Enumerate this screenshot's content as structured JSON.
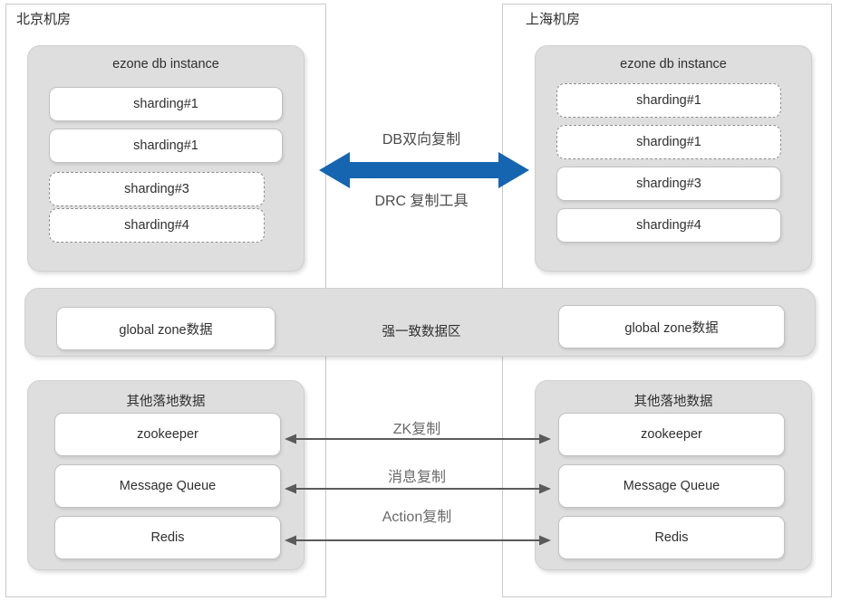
{
  "diagram": {
    "left_dc": {
      "title": "北京机房",
      "db_group": {
        "title": "ezone db instance",
        "shards": [
          {
            "label": "sharding#1",
            "style": "solid"
          },
          {
            "label": "sharding#1",
            "style": "solid"
          },
          {
            "label": "sharding#3",
            "style": "dashed"
          },
          {
            "label": "sharding#4",
            "style": "dashed"
          }
        ]
      },
      "other_group": {
        "title": "其他落地数据",
        "items": [
          {
            "label": "zookeeper"
          },
          {
            "label": "Message Queue"
          },
          {
            "label": "Redis"
          }
        ]
      }
    },
    "right_dc": {
      "title": "上海机房",
      "db_group": {
        "title": "ezone db instance",
        "shards": [
          {
            "label": "sharding#1",
            "style": "dashed"
          },
          {
            "label": "sharding#1",
            "style": "dashed"
          },
          {
            "label": "sharding#3",
            "style": "solid"
          },
          {
            "label": "sharding#4",
            "style": "solid"
          }
        ]
      },
      "other_group": {
        "title": "其他落地数据",
        "items": [
          {
            "label": "zookeeper"
          },
          {
            "label": "Message Queue"
          },
          {
            "label": "Redis"
          }
        ]
      }
    },
    "center_db_link": {
      "top_label": "DB双向复制",
      "bottom_label": "DRC 复制工具",
      "arrow_color": "#1565b0",
      "arrow_name": "db-bidirectional-arrow"
    },
    "consistency_band": {
      "center_label": "强一致数据区",
      "left_box": "global zone数据",
      "right_box": "global zone数据"
    },
    "replication_links": [
      {
        "label": "ZK复制"
      },
      {
        "label": "消息复制"
      },
      {
        "label": "Action复制"
      }
    ],
    "colors": {
      "panel_grey": "#dedede",
      "box_white": "#ffffff",
      "frame_border": "#c9c9c9",
      "arrow_grey": "#5a5a5a",
      "arrow_blue": "#1565b0",
      "text": "#2f2f2f"
    }
  }
}
